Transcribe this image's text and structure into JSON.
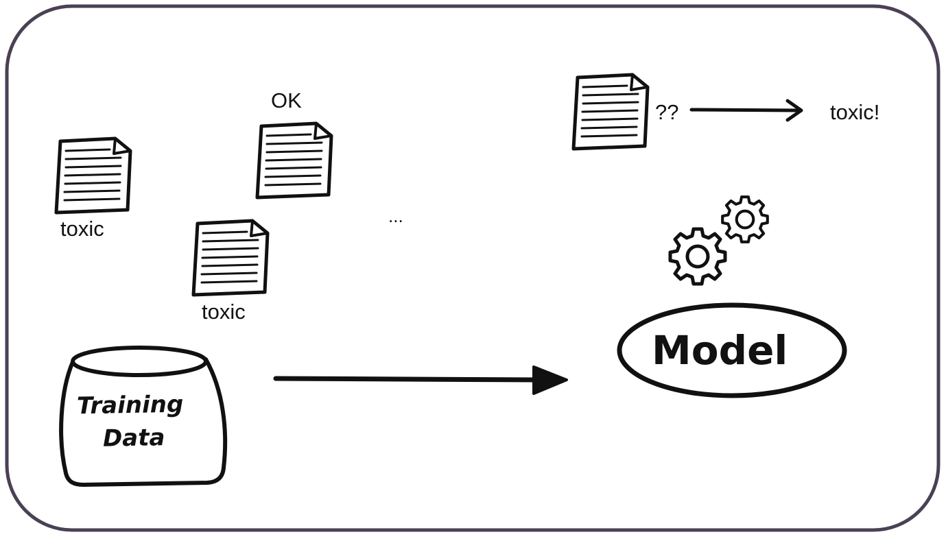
{
  "diagram": {
    "colors": {
      "frame": "#4a4155",
      "ink": "#111111",
      "paper": "#ffffff"
    },
    "documents": [
      {
        "name": "document-toxic-1",
        "label": "toxic"
      },
      {
        "name": "document-ok",
        "label": "OK"
      },
      {
        "name": "document-toxic-2",
        "label": "toxic"
      },
      {
        "name": "document-new",
        "label": "??"
      }
    ],
    "ellipsis": "...",
    "prediction": "toxic!",
    "training_data": {
      "line1": "Training",
      "line2": "Data"
    },
    "model": {
      "label": "Model"
    },
    "icons": [
      "document-icon",
      "gear-icon",
      "arrow-right-icon",
      "database-icon"
    ]
  }
}
